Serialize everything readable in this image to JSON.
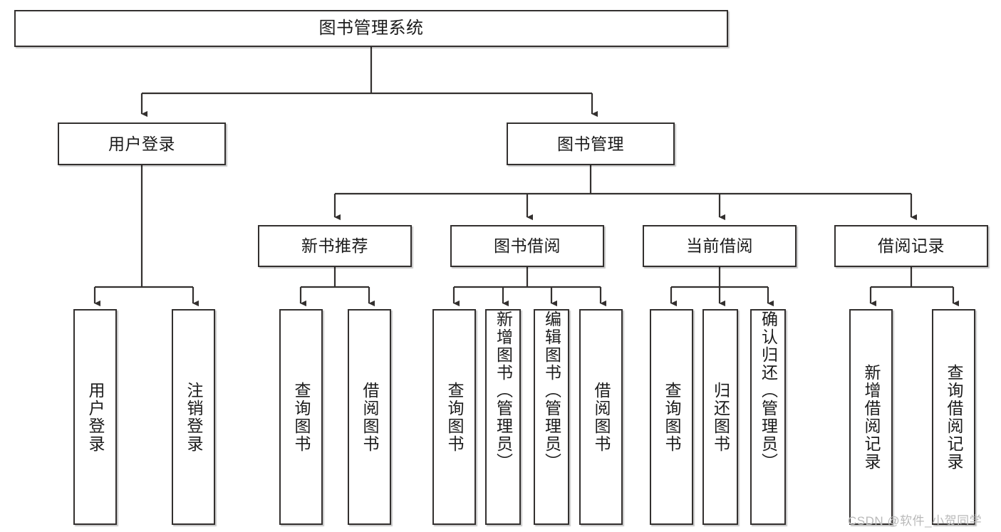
{
  "diagram": {
    "type": "tree",
    "title": "图书管理系统",
    "root": {
      "label": "图书管理系统"
    },
    "level2": [
      {
        "label": "用户登录"
      },
      {
        "label": "图书管理"
      }
    ],
    "level3": [
      {
        "label": "新书推荐"
      },
      {
        "label": "图书借阅"
      },
      {
        "label": "当前借阅"
      },
      {
        "label": "借阅记录"
      }
    ],
    "leaves": {
      "user_login": [
        {
          "label": "用户登录"
        },
        {
          "label": "注销登录"
        }
      ],
      "new_book_recommend": [
        {
          "label": "查询图书"
        },
        {
          "label": "借阅图书"
        }
      ],
      "book_borrow": [
        {
          "label": "查询图书"
        },
        {
          "label": "新增图书（管理员）"
        },
        {
          "label": "编辑图书（管理员）"
        },
        {
          "label": "借阅图书"
        }
      ],
      "current_borrow": [
        {
          "label": "查询图书"
        },
        {
          "label": "归还图书"
        },
        {
          "label": "确认归还（管理员）"
        }
      ],
      "borrow_record": [
        {
          "label": "新增借阅记录"
        },
        {
          "label": "查询借阅记录"
        }
      ]
    },
    "colors": {
      "stroke": "#33302f",
      "fill": "#ffffff",
      "text": "#1b1b1b",
      "watermark": "#b9b9b9"
    }
  },
  "watermark": {
    "text": "CSDN @软件_小贺同学"
  }
}
